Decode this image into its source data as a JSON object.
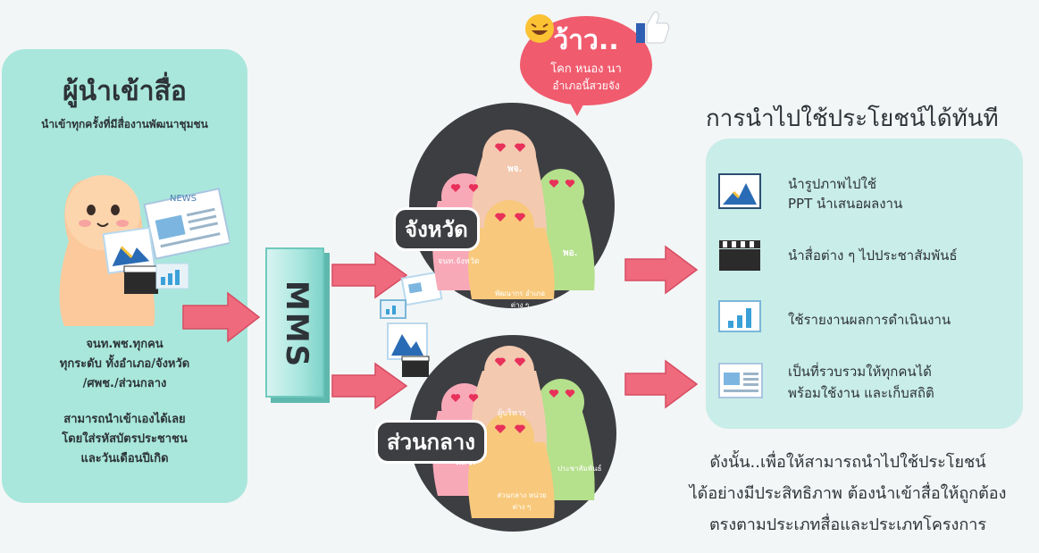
{
  "left_panel": {
    "title": "ผู้นำเข้าสื่อ",
    "subtitle": "นำเข้าทุกครั้งที่มีสื่องานพัฒนาชุมชน",
    "users_line1": "จนท.พช.ทุกคน",
    "users_line2": "ทุกระดับ ทั้งอำเภอ/จังหวัด",
    "users_line3": "/ศพช./ส่วนกลาง",
    "howto_line1": "สามารถนำเข้าเองได้เลย",
    "howto_line2": "โดยใส่รหัสบัตรประชาชน",
    "howto_line3": "และวันเดือนปีเกิด",
    "news_label": "NEWS"
  },
  "center": {
    "system_label": "MMS",
    "bubble_title": "ว้าว..",
    "bubble_line1": "โคก หนอง นา",
    "bubble_line2": "อำเภอนี้สวยจัง",
    "group_top": {
      "tag": "จังหวัด",
      "labels": [
        "พจ.",
        "จนท.จังหวัด",
        "พอ.",
        "พัฒนากร อำเภอต่าง ๆ"
      ]
    },
    "group_bottom": {
      "tag": "ส่วนกลาง",
      "labels": [
        "ผู้บริหาร",
        "สสช.",
        "ประชาสัมพันธ์",
        "ส่วนกลาง หน่วยต่าง ๆ"
      ]
    }
  },
  "right_panel": {
    "title": "การนำไปใช้ประโยชน์ได้ทันที",
    "items": [
      {
        "icon": "chart-image-icon",
        "line1": "นำรูปภาพไปใช้",
        "line2": "PPT นำเสนอผลงาน"
      },
      {
        "icon": "clapperboard-icon",
        "line1": "นำสื่อต่าง ๆ ไปประชาสัมพันธ์",
        "line2": ""
      },
      {
        "icon": "bar-chart-icon",
        "line1": "ใช้รายงานผลการดำเนินงาน",
        "line2": ""
      },
      {
        "icon": "newspaper-icon",
        "line1": "เป็นที่รวบรวมให้ทุกคนได้",
        "line2": "พร้อมใช้งาน และเก็บสถิติ"
      }
    ],
    "footer_line1": "ดังนั้น..เพื่อให้สามารถนำไปใช้ประโยชน์",
    "footer_line2": "ได้อย่างมีประสิทธิภาพ ต้องนำเข้าสื่อให้ถูกต้อง",
    "footer_line3": "ตรงตามประเภทสื่อและประเภทโครงการ"
  },
  "colors": {
    "panel_teal": "#a9e7dc",
    "arrow_pink": "#f06a7e",
    "circle_dark": "#3d3e42",
    "bubble_red": "#f05b6e"
  }
}
